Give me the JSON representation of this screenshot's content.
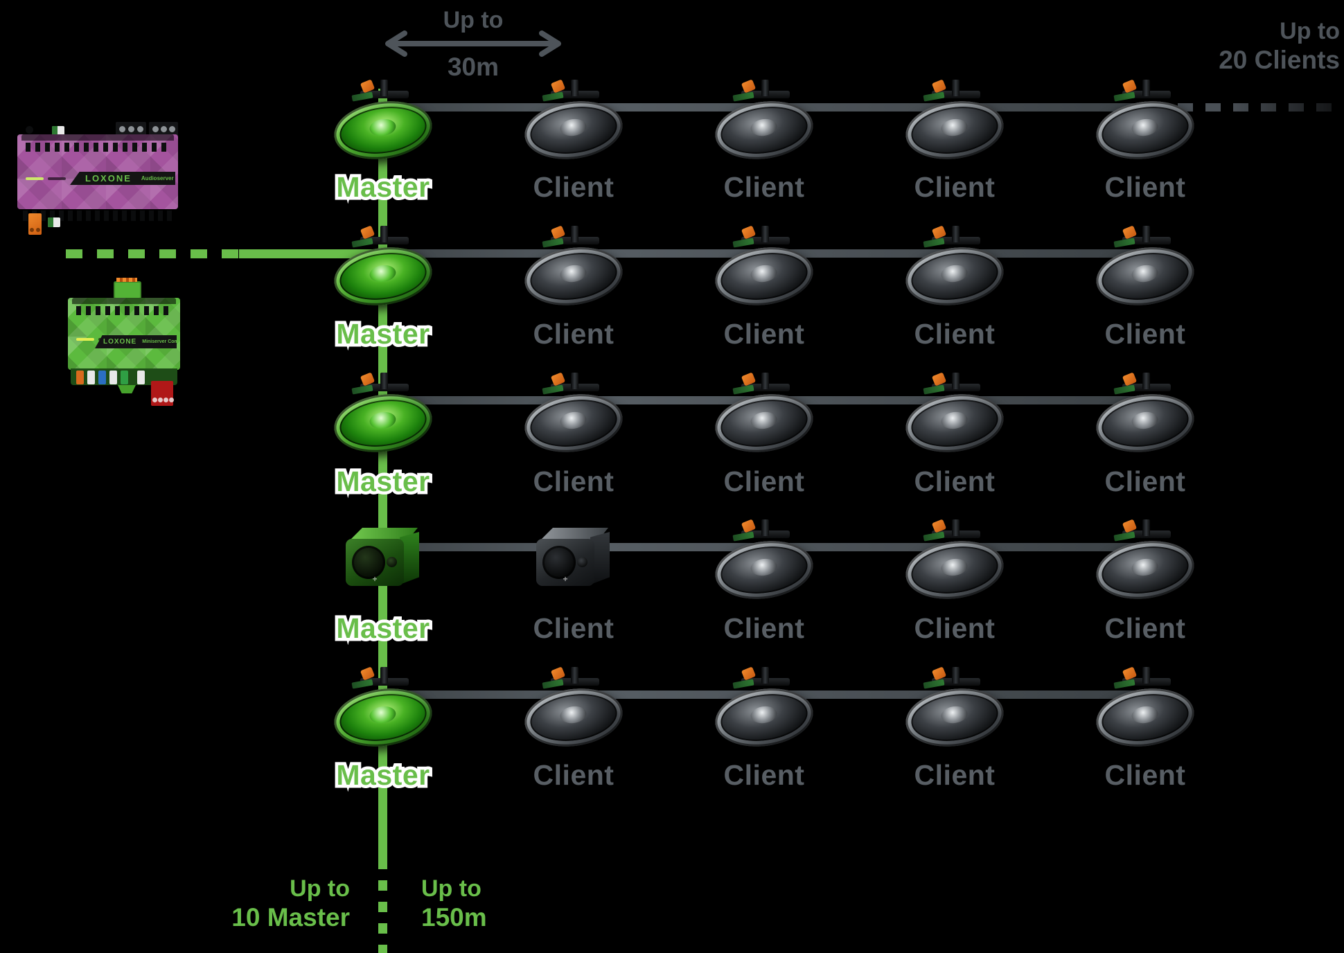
{
  "colors": {
    "background": "#000000",
    "accent_green": "#69BE4A",
    "client_gray": "#585E64",
    "annotation_gray": "#4E545A",
    "cable_gray": "#4A5056",
    "device_purple": "#A4549E",
    "device_green": "#5CBA3E",
    "connector_orange": "#E2701E"
  },
  "annotations": {
    "cable_length_top": {
      "line1": "Up to",
      "line2": "30m"
    },
    "clients_limit": {
      "line1": "Up to",
      "line2": "20 Clients"
    },
    "master_limit": {
      "line1": "Up to",
      "line2": "10 Master"
    },
    "trunk_length": {
      "line1": "Up to",
      "line2": "150m"
    }
  },
  "devices": {
    "audioserver": {
      "brand": "LOXONE",
      "model": "Audioserver"
    },
    "miniserver": {
      "brand": "LOXONE",
      "model": "Miniserver Compact"
    }
  },
  "rows": [
    {
      "master": {
        "label": "Master",
        "type": "ceiling"
      },
      "clients": [
        {
          "label": "Client",
          "type": "ceiling"
        },
        {
          "label": "Client",
          "type": "ceiling"
        },
        {
          "label": "Client",
          "type": "ceiling"
        },
        {
          "label": "Client",
          "type": "ceiling"
        }
      ],
      "dashed_extension": true
    },
    {
      "master": {
        "label": "Master",
        "type": "ceiling"
      },
      "clients": [
        {
          "label": "Client",
          "type": "ceiling"
        },
        {
          "label": "Client",
          "type": "ceiling"
        },
        {
          "label": "Client",
          "type": "ceiling"
        },
        {
          "label": "Client",
          "type": "ceiling"
        }
      ],
      "dashed_extension": false
    },
    {
      "master": {
        "label": "Master",
        "type": "ceiling"
      },
      "clients": [
        {
          "label": "Client",
          "type": "ceiling"
        },
        {
          "label": "Client",
          "type": "ceiling"
        },
        {
          "label": "Client",
          "type": "ceiling"
        },
        {
          "label": "Client",
          "type": "ceiling"
        }
      ],
      "dashed_extension": false
    },
    {
      "master": {
        "label": "Master",
        "type": "box"
      },
      "clients": [
        {
          "label": "Client",
          "type": "box"
        },
        {
          "label": "Client",
          "type": "ceiling"
        },
        {
          "label": "Client",
          "type": "ceiling"
        },
        {
          "label": "Client",
          "type": "ceiling"
        }
      ],
      "dashed_extension": false
    },
    {
      "master": {
        "label": "Master",
        "type": "ceiling"
      },
      "clients": [
        {
          "label": "Client",
          "type": "ceiling"
        },
        {
          "label": "Client",
          "type": "ceiling"
        },
        {
          "label": "Client",
          "type": "ceiling"
        },
        {
          "label": "Client",
          "type": "ceiling"
        }
      ],
      "dashed_extension": false
    }
  ]
}
